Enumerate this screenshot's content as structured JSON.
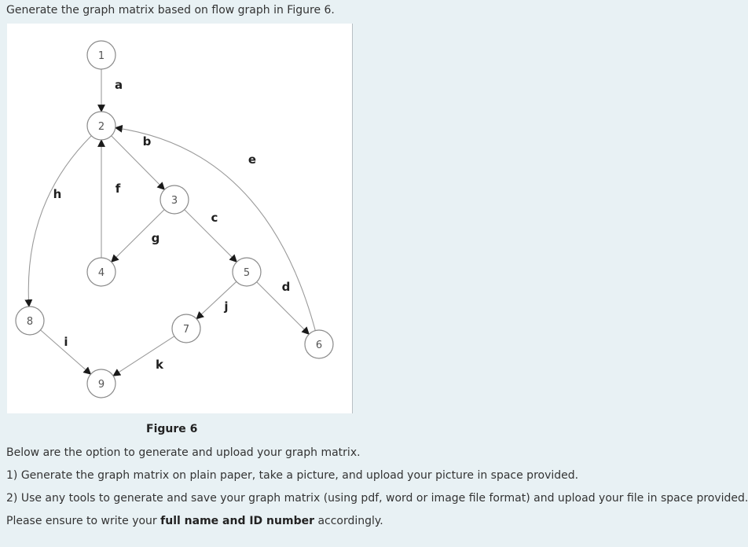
{
  "question": "Generate the graph matrix based on flow graph in Figure 6.",
  "figure": {
    "caption": "Figure 6",
    "nodes": [
      {
        "id": "1",
        "label": "1"
      },
      {
        "id": "2",
        "label": "2"
      },
      {
        "id": "3",
        "label": "3"
      },
      {
        "id": "4",
        "label": "4"
      },
      {
        "id": "5",
        "label": "5"
      },
      {
        "id": "6",
        "label": "6"
      },
      {
        "id": "7",
        "label": "7"
      },
      {
        "id": "8",
        "label": "8"
      },
      {
        "id": "9",
        "label": "9"
      }
    ],
    "edges": [
      {
        "id": "a",
        "label": "a",
        "from": "1",
        "to": "2"
      },
      {
        "id": "b",
        "label": "b",
        "from": "2",
        "to": "3"
      },
      {
        "id": "c",
        "label": "c",
        "from": "3",
        "to": "5"
      },
      {
        "id": "d",
        "label": "d",
        "from": "5",
        "to": "6"
      },
      {
        "id": "e",
        "label": "e",
        "from": "6",
        "to": "2"
      },
      {
        "id": "f",
        "label": "f",
        "from": "4",
        "to": "2"
      },
      {
        "id": "g",
        "label": "g",
        "from": "3",
        "to": "4"
      },
      {
        "id": "h",
        "label": "h",
        "from": "2",
        "to": "8"
      },
      {
        "id": "i",
        "label": "i",
        "from": "8",
        "to": "9"
      },
      {
        "id": "j",
        "label": "j",
        "from": "5",
        "to": "7"
      },
      {
        "id": "k",
        "label": "k",
        "from": "7",
        "to": "9"
      }
    ]
  },
  "instructions": {
    "intro": "Below are the option to generate and upload your graph matrix.",
    "option1": "1) Generate the graph matrix on plain paper, take a picture, and upload your picture in space provided.",
    "option2": "2) Use any tools to generate and save your graph matrix (using pdf, word or image file format) and upload your file in space provided.",
    "note_prefix": "Please ensure to write your ",
    "note_bold": "full name and ID number",
    "note_suffix": " accordingly."
  }
}
